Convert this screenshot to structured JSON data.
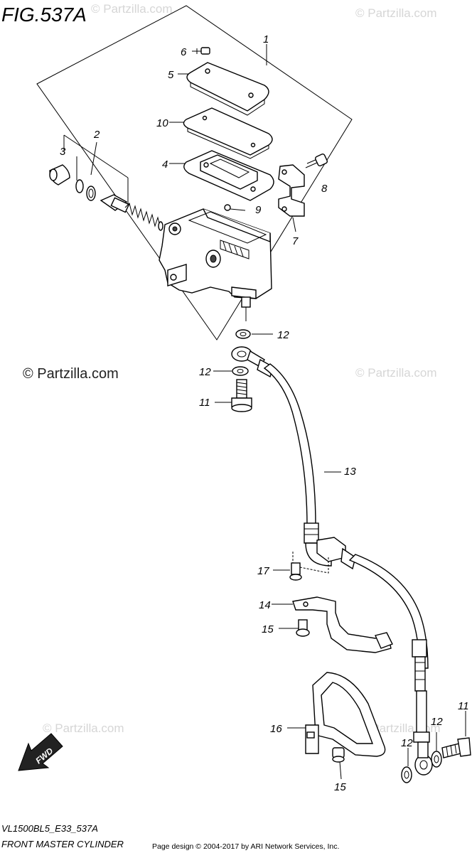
{
  "figure": {
    "title": "FIG.537A",
    "model_code": "VL1500BL5_E33_537A",
    "subtitle": "FRONT MASTER CYLINDER",
    "credit": "Page design © 2004-2017 by ARI Network Services, Inc.",
    "fwd_label": "FWD"
  },
  "watermarks": {
    "main": "© Partzilla.com",
    "faint": "© Partzilla.com"
  },
  "callouts": {
    "c1": "1",
    "c2": "2",
    "c3": "3",
    "c4": "4",
    "c5": "5",
    "c6": "6",
    "c7": "7",
    "c8": "8",
    "c9": "9",
    "c10": "10",
    "c11a": "11",
    "c11b": "11",
    "c12a": "12",
    "c12b": "12",
    "c12c": "12",
    "c12d": "12",
    "c13": "13",
    "c14": "14",
    "c15a": "15",
    "c15b": "15",
    "c16": "16",
    "c17": "17"
  }
}
